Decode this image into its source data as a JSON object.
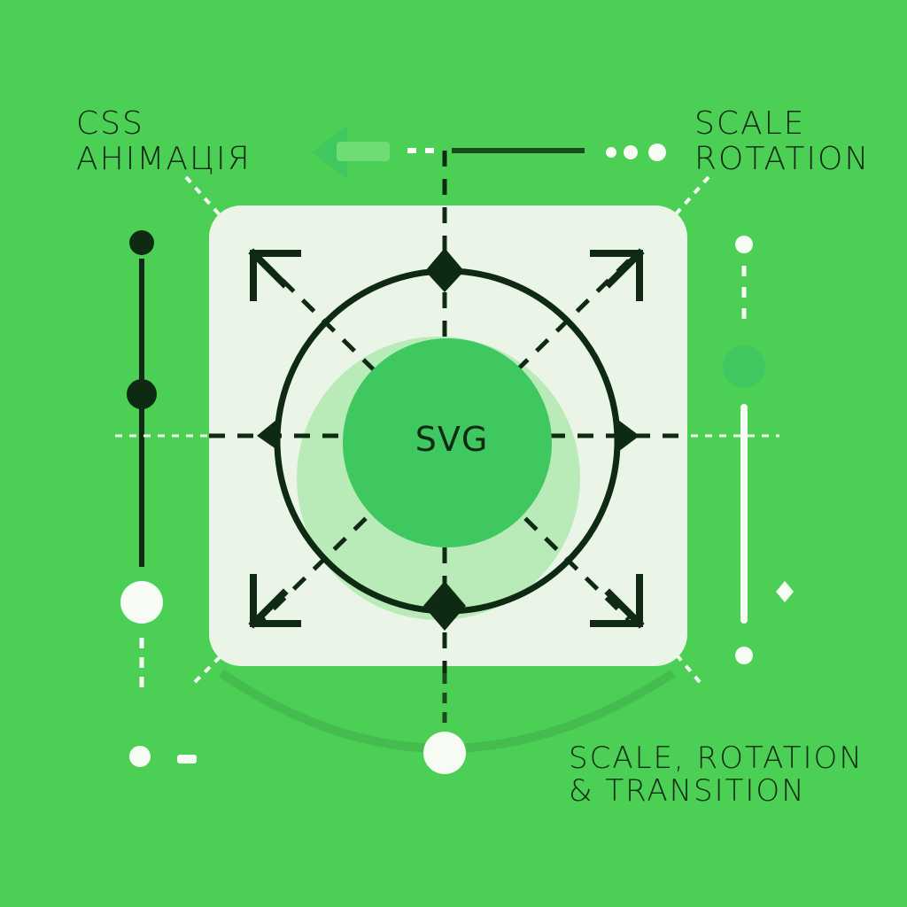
{
  "labels": {
    "top_left": [
      "CSS",
      "АНІМАЦІЯ"
    ],
    "top_right": [
      "SCALE",
      "ROTATION"
    ],
    "bottom_right": [
      "SCALE, ROTATION",
      "& TRANSITION"
    ],
    "center": "SVG"
  },
  "colors": {
    "background": "#4ccf55",
    "card": "#eaf5e8",
    "ink": "#0e2a12",
    "accent": "#3fc860",
    "white": "#f6fbf4"
  },
  "icons": [
    "arrow-left-icon",
    "expand-arrow-icon",
    "slider-handle-icon",
    "diamond-icon"
  ]
}
